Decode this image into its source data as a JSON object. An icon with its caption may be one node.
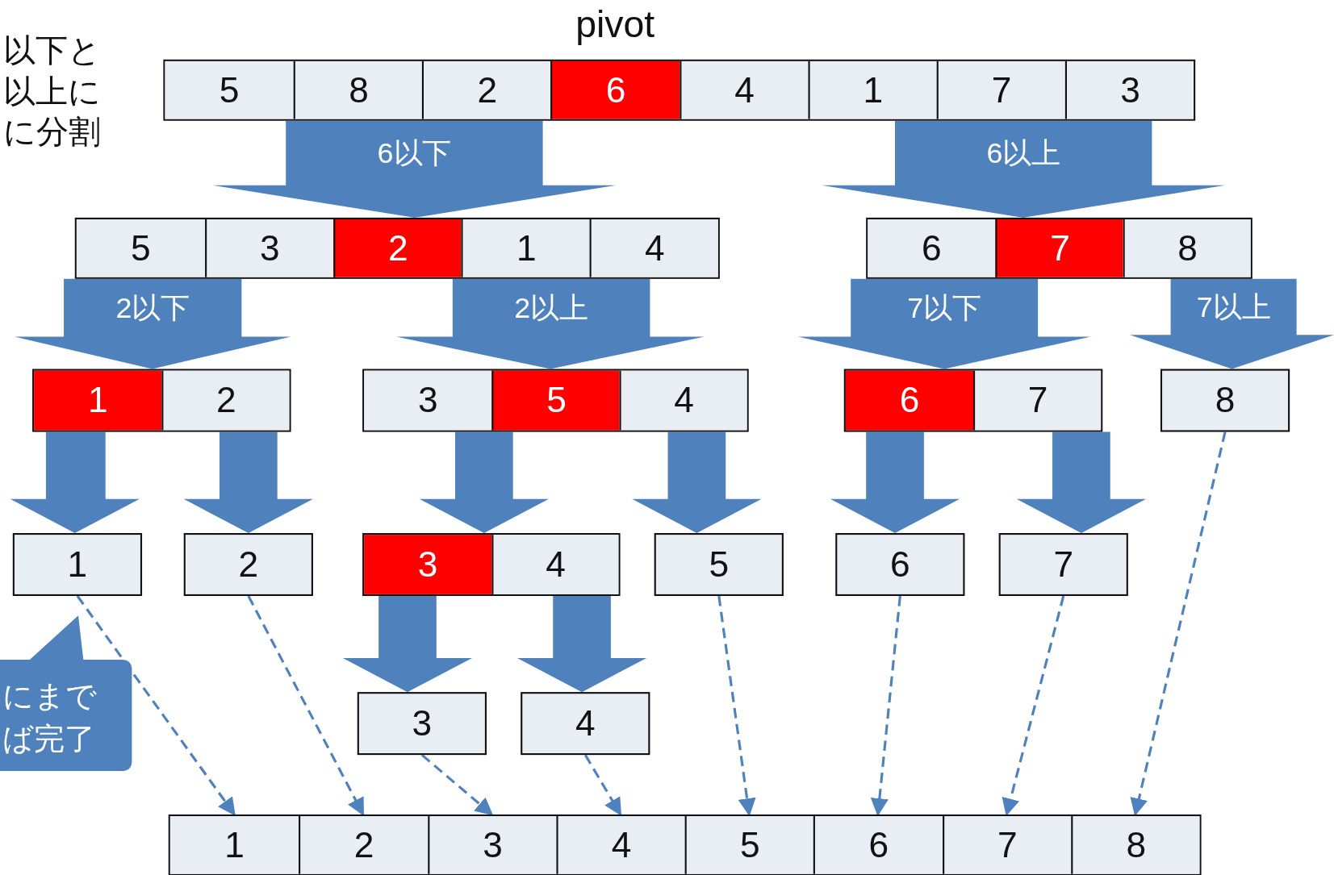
{
  "diagram": {
    "nodes": [
      {
        "text": [],
        "shape": "box"
      },
      {
        "text": [
          "5"
        ],
        "in": 0
      },
      {
        "text": [
          "8"
        ],
        "in": 0
      },
      {
        "text": [
          "2"
        ],
        "in": 0
      },
      {
        "text": [
          "6"
        ],
        "in": 0,
        "beside": [
          "pivot"
        ]
      },
      {
        "text": [
          "4"
        ],
        "in": 0
      },
      {
        "text": [
          "1"
        ],
        "in": 0
      },
      {
        "text": [
          "7"
        ],
        "in": 0
      },
      {
        "text": [
          "3"
        ],
        "in": 0
      },
      {
        "text": [],
        "shape": "box"
      },
      {
        "text": [
          "5"
        ],
        "in": 9
      },
      {
        "text": [
          "3"
        ],
        "in": 9
      },
      {
        "text": [
          "2"
        ],
        "in": 9
      },
      {
        "text": [
          "1"
        ],
        "in": 9
      },
      {
        "text": [
          "4"
        ],
        "in": 9
      },
      {
        "text": [],
        "shape": "box"
      },
      {
        "text": [
          "6"
        ],
        "in": 15
      },
      {
        "text": [
          "7"
        ],
        "in": 15
      },
      {
        "text": [
          "8"
        ],
        "in": 15
      },
      {
        "text": [],
        "shape": "box"
      },
      {
        "text": [
          "1"
        ],
        "in": 19
      },
      {
        "text": [
          "2"
        ],
        "in": 19
      },
      {
        "text": [],
        "shape": "box"
      },
      {
        "text": [
          "3"
        ],
        "in": 22
      },
      {
        "text": [
          "5"
        ],
        "in": 22
      },
      {
        "text": [
          "4"
        ],
        "in": 22
      },
      {
        "text": [],
        "shape": "box"
      },
      {
        "text": [
          "6"
        ],
        "in": 26
      },
      {
        "text": [
          "7"
        ],
        "in": 26
      },
      {
        "text": [
          "8"
        ]
      },
      {
        "text": [
          "1"
        ]
      },
      {
        "text": [
          "2"
        ]
      },
      {
        "text": [],
        "shape": "box"
      },
      {
        "text": [
          "3"
        ],
        "in": 32
      },
      {
        "text": [
          "4"
        ],
        "in": 32
      },
      {
        "text": [
          "5"
        ]
      },
      {
        "text": [
          "6"
        ]
      },
      {
        "text": [
          "7"
        ]
      },
      {
        "text": [
          "3"
        ]
      },
      {
        "text": [
          "4"
        ]
      },
      {
        "text": [
          "にまでば完了"
        ]
      },
      {
        "text": [],
        "shape": "box"
      },
      {
        "text": [
          "1"
        ],
        "in": 41
      },
      {
        "text": [
          "2"
        ],
        "in": 41
      },
      {
        "text": [
          "3"
        ],
        "in": 41
      },
      {
        "text": [
          "4"
        ],
        "in": 41
      },
      {
        "text": [
          "5"
        ],
        "in": 41
      },
      {
        "text": [
          "6"
        ],
        "in": 41
      },
      {
        "text": [
          "7"
        ],
        "in": 41
      },
      {
        "text": [
          "8"
        ],
        "in": 41
      }
    ],
    "edges": [
      {
        "from": 0,
        "to": 9,
        "arrow": "to",
        "label": "6以下"
      },
      {
        "from": 0,
        "to": 15,
        "arrow": "to",
        "label": "6以上"
      },
      {
        "from": 9,
        "to": 19,
        "arrow": "to",
        "label": "2以下"
      },
      {
        "from": 9,
        "to": 22,
        "arrow": "to",
        "label": "2以上"
      },
      {
        "from": 15,
        "to": 26,
        "arrow": "to",
        "label": "7以下"
      },
      {
        "from": 15,
        "to": 29,
        "arrow": "to",
        "label": "7以上"
      },
      {
        "from": 19,
        "to": 30,
        "arrow": "to"
      },
      {
        "from": 19,
        "to": 31,
        "arrow": "to"
      },
      {
        "from": 22,
        "to": 32,
        "arrow": "to"
      },
      {
        "from": 22,
        "to": 35,
        "arrow": "to"
      },
      {
        "from": 26,
        "to": 36,
        "arrow": "to"
      },
      {
        "from": 26,
        "to": 37,
        "arrow": "to"
      },
      {
        "from": 32,
        "to": 38,
        "arrow": "to"
      },
      {
        "from": 32,
        "to": 39,
        "arrow": "to"
      },
      {
        "from": 30,
        "to": 42,
        "arrow": "to",
        "style": "dashed"
      },
      {
        "from": 31,
        "to": 43,
        "arrow": "to",
        "style": "dashed"
      },
      {
        "from": 38,
        "to": 44,
        "arrow": "to",
        "style": "dashed"
      },
      {
        "from": 39,
        "to": 45,
        "arrow": "to",
        "style": "dashed"
      },
      {
        "from": 35,
        "to": 46,
        "arrow": "to",
        "style": "dashed"
      },
      {
        "from": 36,
        "to": 47,
        "arrow": "to",
        "style": "dashed"
      },
      {
        "from": 37,
        "to": 48,
        "arrow": "to",
        "style": "dashed"
      },
      {
        "from": 29,
        "to": 49,
        "arrow": "to",
        "style": "dashed"
      }
    ],
    "labels": [
      "以下と以上にに分割"
    ]
  }
}
